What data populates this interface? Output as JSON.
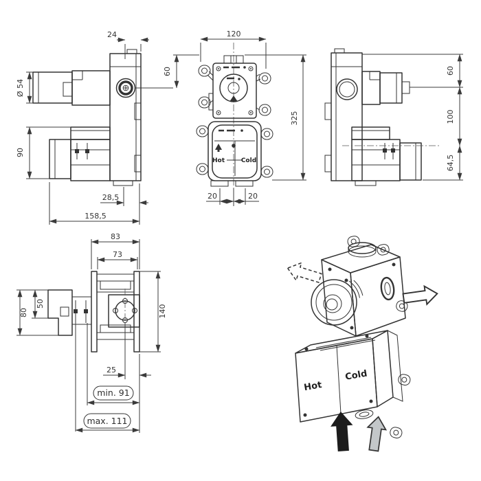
{
  "drawing": {
    "kind": "technical drawing - concealed shower mixer rough-in valve, 4 orthographic views + perspective",
    "colors": {
      "line": "#333333",
      "dimension": "#3b3b3b",
      "background": "#ffffff",
      "black_arrow": "#1c1c1c",
      "gray_arrow": "#c3c7c9",
      "white_arrow": "#ffffff"
    },
    "views": {
      "side_left": {
        "name": "left side view",
        "d24": "24",
        "d54": "Ø 54",
        "d90": "90",
        "d285": "28,5",
        "d1585": "158,5"
      },
      "front": {
        "name": "front view",
        "d120": "120",
        "d60": "60",
        "d325": "325",
        "d20l": "20",
        "d20r": "20",
        "hot": "Hot",
        "cold": "Cold"
      },
      "side_right": {
        "name": "right side view",
        "d60": "60",
        "d100": "100",
        "d645": "64,5"
      },
      "top": {
        "name": "top view",
        "d83": "83",
        "d73": "73",
        "d80": "80",
        "d50": "50",
        "d140": "140",
        "d25": "25",
        "dmin": "min. 91",
        "dmax": "max. 111"
      },
      "perspective": {
        "name": "perspective view",
        "hot": "Hot",
        "cold": "Cold",
        "arrows": {
          "hot_inlet": "black-arrow-up",
          "cold_inlet": "gray-arrow-up",
          "outlet": "white-arrow-right",
          "alt_outlet": "dashed-arrow-left"
        }
      }
    }
  }
}
